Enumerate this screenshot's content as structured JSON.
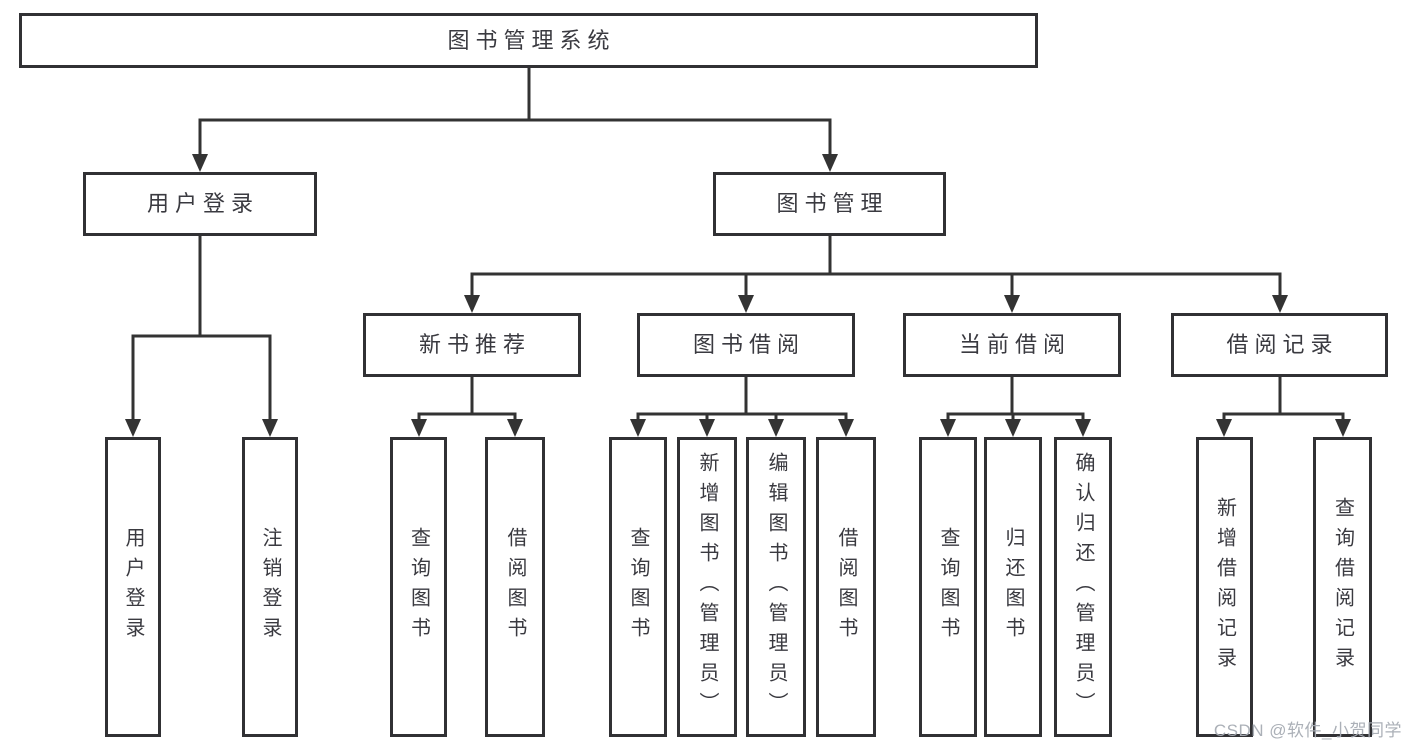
{
  "diagram": {
    "root": {
      "label": "图书管理系统"
    },
    "branches": [
      {
        "label": "用户登录",
        "children": [
          {
            "label": "用户登录"
          },
          {
            "label": "注销登录"
          }
        ]
      },
      {
        "label": "图书管理",
        "children": [
          {
            "label": "新书推荐",
            "children": [
              {
                "label": "查询图书"
              },
              {
                "label": "借阅图书"
              }
            ]
          },
          {
            "label": "图书借阅",
            "children": [
              {
                "label": "查询图书"
              },
              {
                "label": "新增图书（管理员）"
              },
              {
                "label": "编辑图书（管理员）"
              },
              {
                "label": "借阅图书"
              }
            ]
          },
          {
            "label": "当前借阅",
            "children": [
              {
                "label": "查询图书"
              },
              {
                "label": "归还图书"
              },
              {
                "label": "确认归还（管理员）"
              }
            ]
          },
          {
            "label": "借阅记录",
            "children": [
              {
                "label": "新增借阅记录"
              },
              {
                "label": "查询借阅记录"
              }
            ]
          }
        ]
      }
    ]
  },
  "watermark": {
    "text": "CSDN @软件_小贺同学"
  },
  "colors": {
    "line": "#333333",
    "box_border": "#313134",
    "text": "#3a3a40",
    "watermark": "#a7acb4",
    "background": "#ffffff"
  }
}
